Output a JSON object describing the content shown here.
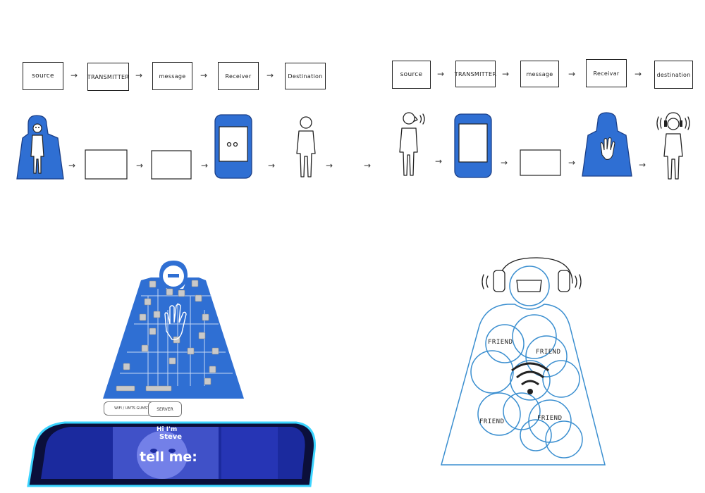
{
  "left_chain": {
    "labels": [
      "source",
      "TRANSMITTER",
      "message",
      "Receiver",
      "Destination"
    ]
  },
  "right_chain": {
    "labels": [
      "source",
      "TRANSMITTER",
      "message",
      "Receivar",
      "destination"
    ]
  },
  "arrow_glyph": "→",
  "friend_diagram": {
    "friend_labels": [
      "FRIEND",
      "FRIEND",
      "FRIEND",
      "FRIEND"
    ]
  },
  "hardware_diagram": {
    "gumstick_label": "WIFI / UMTS  GUMSTICK",
    "server_label": "SERVER"
  },
  "phone_screen": {
    "greeting": "Hi I'm",
    "name": "Steve",
    "prompt": "tell me:"
  },
  "colors": {
    "blue_fill": "#2f6fd3",
    "sketch_blue": "#3b8fd0",
    "ink": "#222222"
  }
}
